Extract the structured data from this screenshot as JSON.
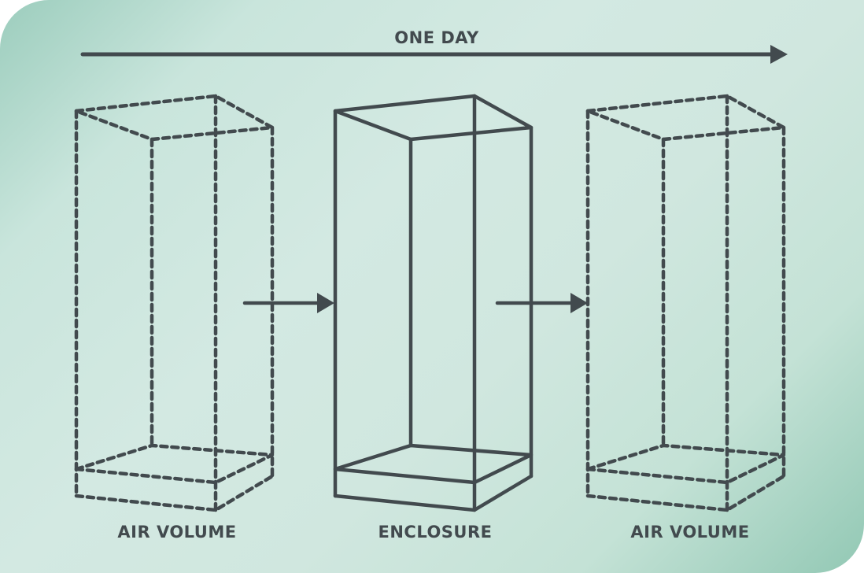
{
  "diagram": {
    "timeline_label": "ONE DAY",
    "stages": [
      {
        "label": "AIR VOLUME",
        "style": "dashed"
      },
      {
        "label": "ENCLOSURE",
        "style": "solid"
      },
      {
        "label": "AIR VOLUME",
        "style": "dashed"
      }
    ],
    "flow_arrows": [
      "air-volume-to-enclosure",
      "enclosure-to-air-volume"
    ]
  },
  "colors": {
    "stroke": "#424a4e",
    "background_light": "#d3e9e2",
    "background_accent": "#92c8b4"
  }
}
